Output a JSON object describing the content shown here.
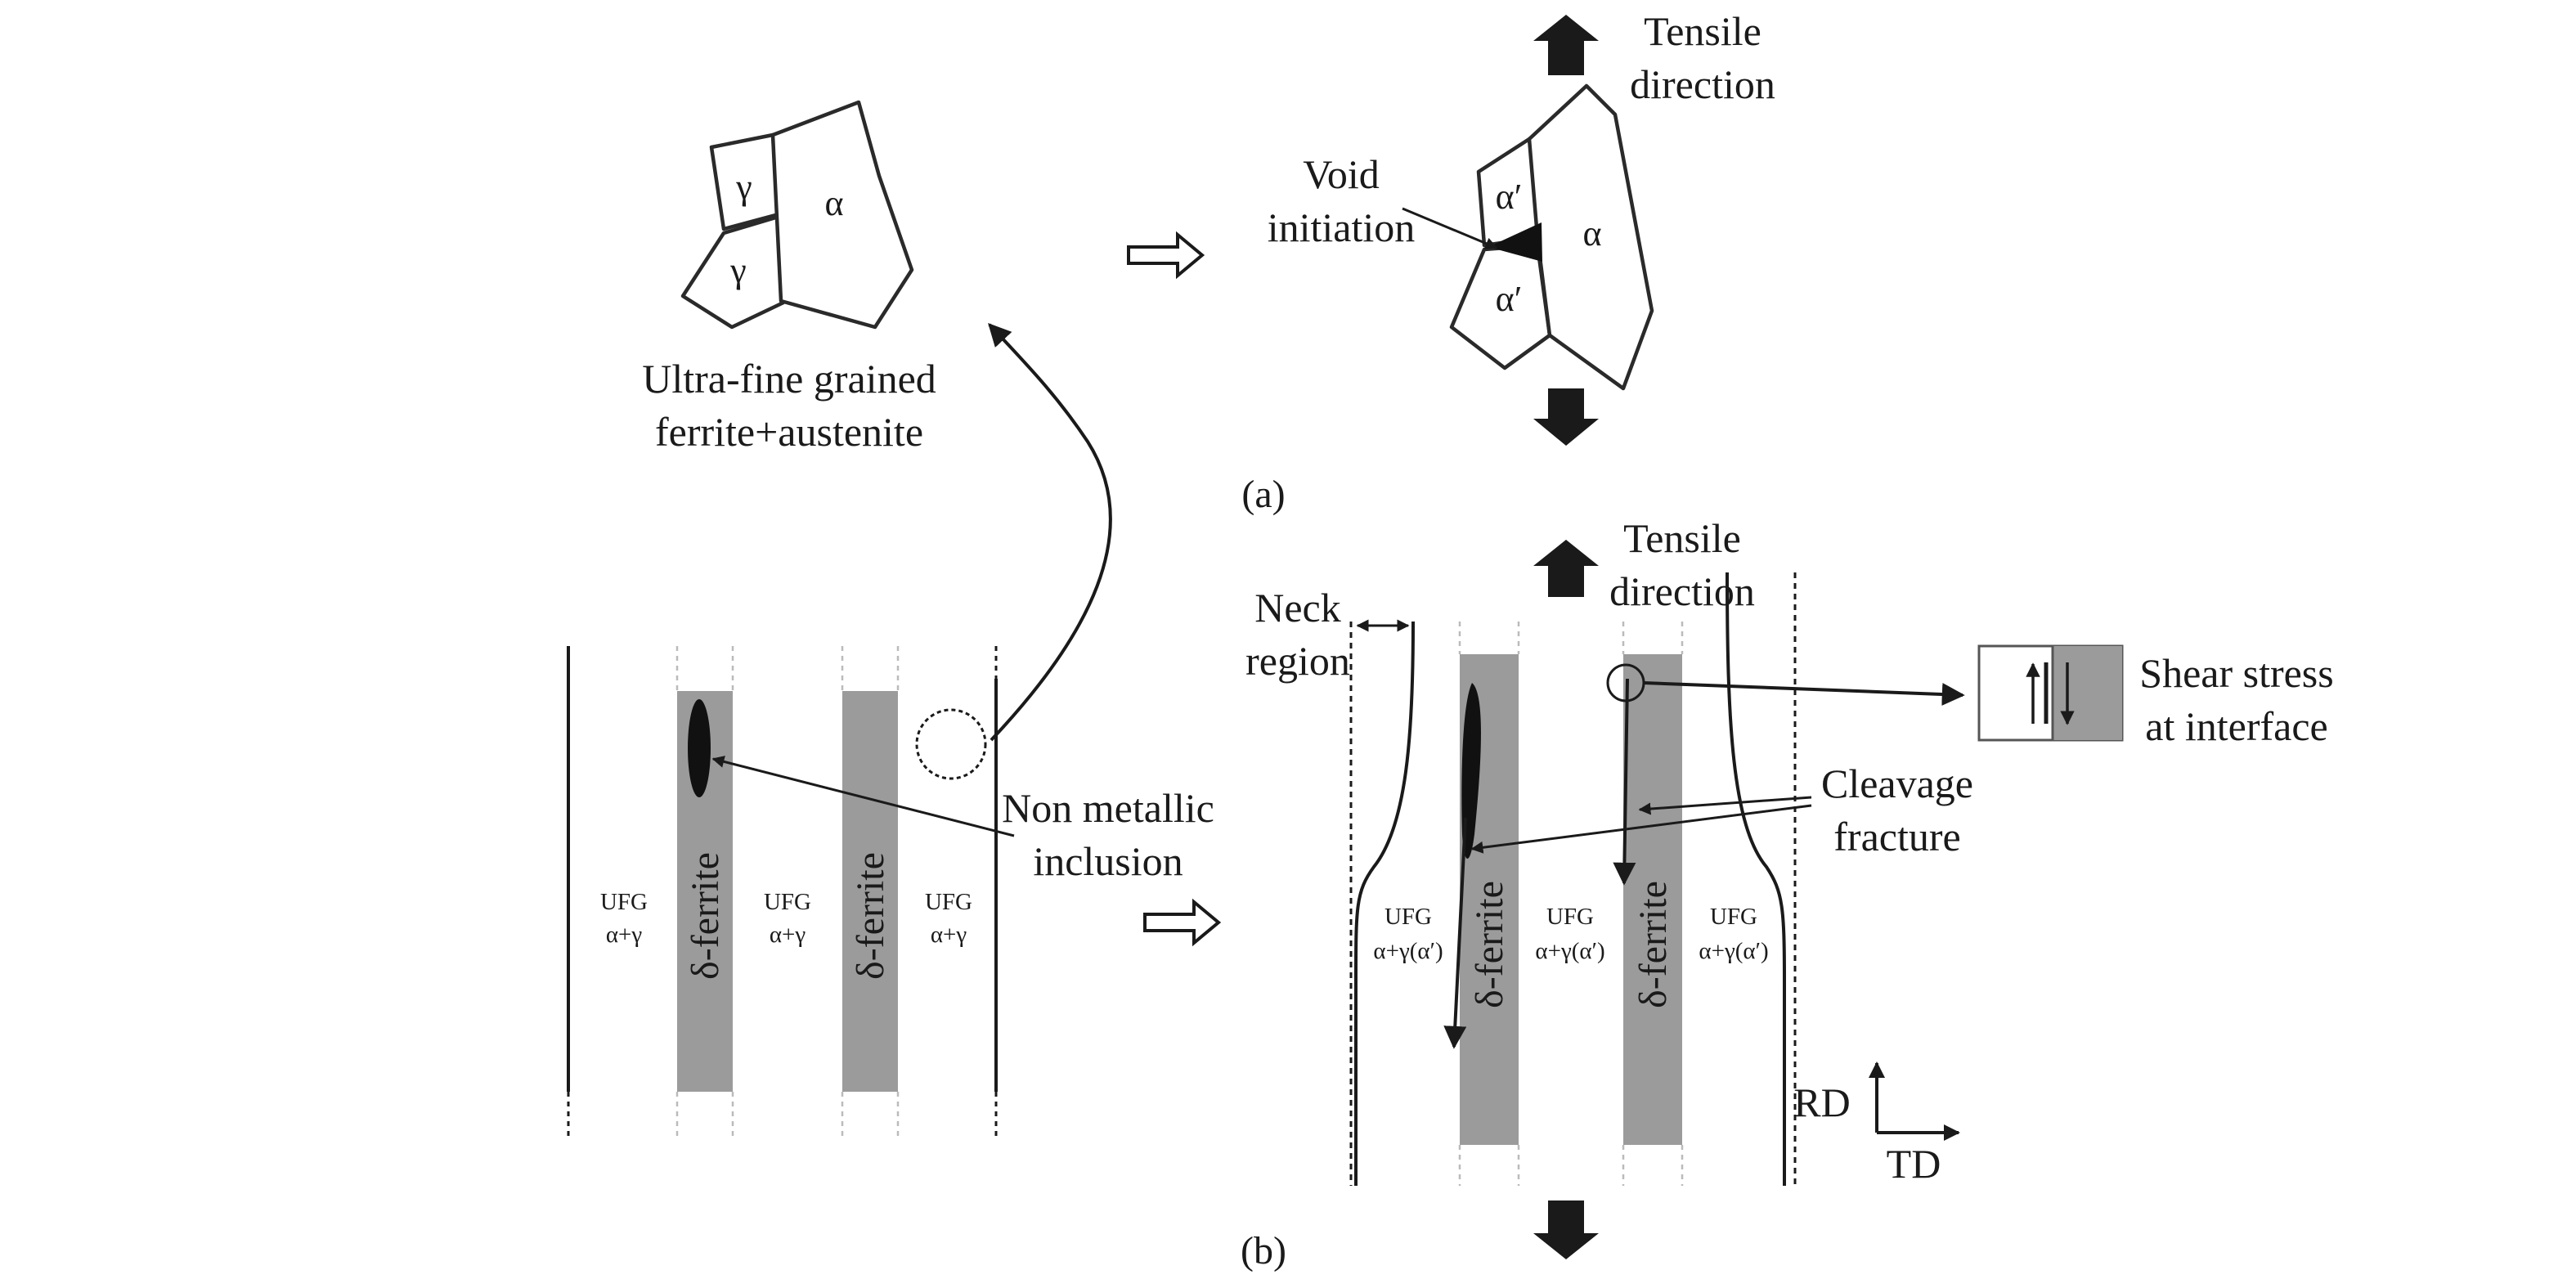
{
  "colors": {
    "ink": "#1a1a1a",
    "band_fill": "#9b9b9b",
    "dashed_line": "#bbbbbb",
    "background": "#ffffff"
  },
  "panel_a": {
    "label": "(a)",
    "grain_symbols_left": [
      "γ",
      "γ",
      "α"
    ],
    "microstructure_caption": [
      "Ultra-fine grained",
      "ferrite+austenite"
    ],
    "grain_symbols_right": [
      "α′",
      "α′",
      "α"
    ],
    "void_label": [
      "Void",
      "initiation"
    ],
    "tensile_label": [
      "Tensile",
      "direction"
    ]
  },
  "panel_b_left": {
    "band_label": "δ-ferrite",
    "ufg_label": [
      "UFG",
      "α+γ"
    ],
    "inclusion_label": [
      "Non metallic",
      "inclusion"
    ]
  },
  "panel_b": {
    "label": "(b)",
    "tensile_label": [
      "Tensile",
      "direction"
    ],
    "neck_label": [
      "Neck",
      "region"
    ],
    "shear_label": [
      "Shear stress",
      "at interface"
    ],
    "cleavage_label": [
      "Cleavage",
      "fracture"
    ],
    "band_label": "δ-ferrite",
    "ufg_label": [
      "UFG",
      "α+γ(α′)"
    ],
    "axes": {
      "rd": "RD",
      "td": "TD"
    }
  }
}
